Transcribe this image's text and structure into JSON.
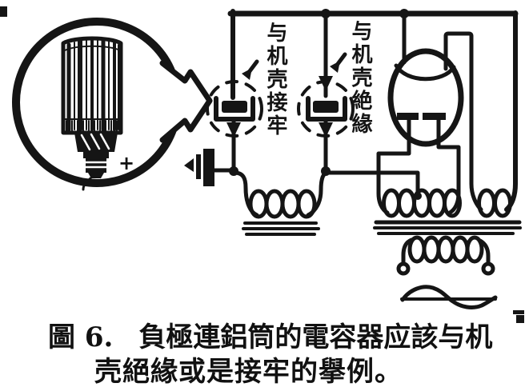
{
  "page": {
    "background": "#ffffff",
    "ink_color": "#1a1a1a"
  },
  "figure": {
    "kind": "scanned-book-schematic",
    "caption": {
      "figure_label": "圖 6.",
      "line1_text": "負極連鋁筒的電容器应該与机",
      "line2_text": "壳絕緣或是接牢的擧例。"
    },
    "callouts": {
      "left_vertical_label": "与机壳接牢",
      "right_vertical_label": "与机壳絶緣"
    },
    "inset": {
      "subject": "electrolytic-capacitor-can",
      "polarity_mark": "+"
    },
    "icons": [
      "inset-circle",
      "pointer-arrow-icon",
      "electrolytic-capacitor-symbol",
      "chassis-connection-icon",
      "filter-choke-symbol",
      "rectifier-tube-symbol",
      "power-transformer-symbol",
      "ac-sine-wave-icon"
    ]
  }
}
